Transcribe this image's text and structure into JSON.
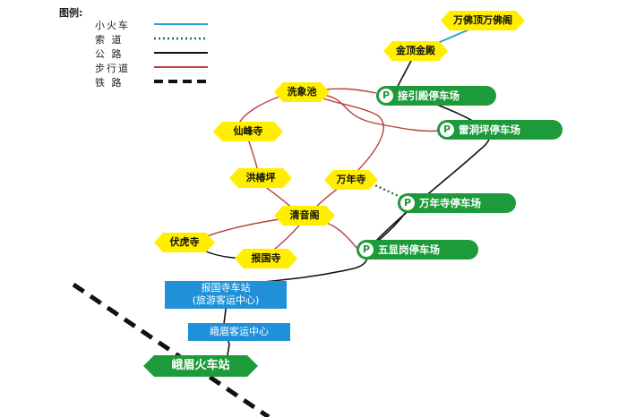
{
  "legend": {
    "title": "图例:",
    "items": [
      {
        "label": "小火车",
        "color": "#2e9bd6",
        "style": "solid"
      },
      {
        "label": "索  道",
        "color": "#22733a",
        "style": "dotted"
      },
      {
        "label": "公  路",
        "color": "#111111",
        "style": "solid"
      },
      {
        "label": "步行道",
        "color": "#b8413d",
        "style": "solid"
      },
      {
        "label": "铁  路",
        "color": "#111111",
        "style": "dashed"
      }
    ]
  },
  "sites": {
    "wanfo": "万佛顶万佛阁",
    "jinding": "金顶金殿",
    "xixiangchi": "洗象池",
    "xianfengsi": "仙峰寺",
    "hongchunping": "洪椿坪",
    "wanniansi": "万年寺",
    "qingyinge": "清音阁",
    "fuhusi": "伏虎寺",
    "baoguosi": "报国寺"
  },
  "parking": {
    "marker": "P",
    "jieyindian": "接引殿停车场",
    "leidongping": "雷洞坪停车场",
    "wanniansi": "万年寺停车场",
    "wuxiangang": "五显岗停车场"
  },
  "stations": {
    "baoguosi_line1": "报国寺车站",
    "baoguosi_line2": "(旅游客运中心)",
    "center": "峨眉客运中心",
    "railway": "峨眉火车站"
  },
  "colors": {
    "poi": "#ffee00",
    "parking": "#1d9a3a",
    "station": "#2090d8",
    "road": "#111111",
    "trail": "#b8413d",
    "cable": "#22733a",
    "train": "#2e9bd6"
  }
}
